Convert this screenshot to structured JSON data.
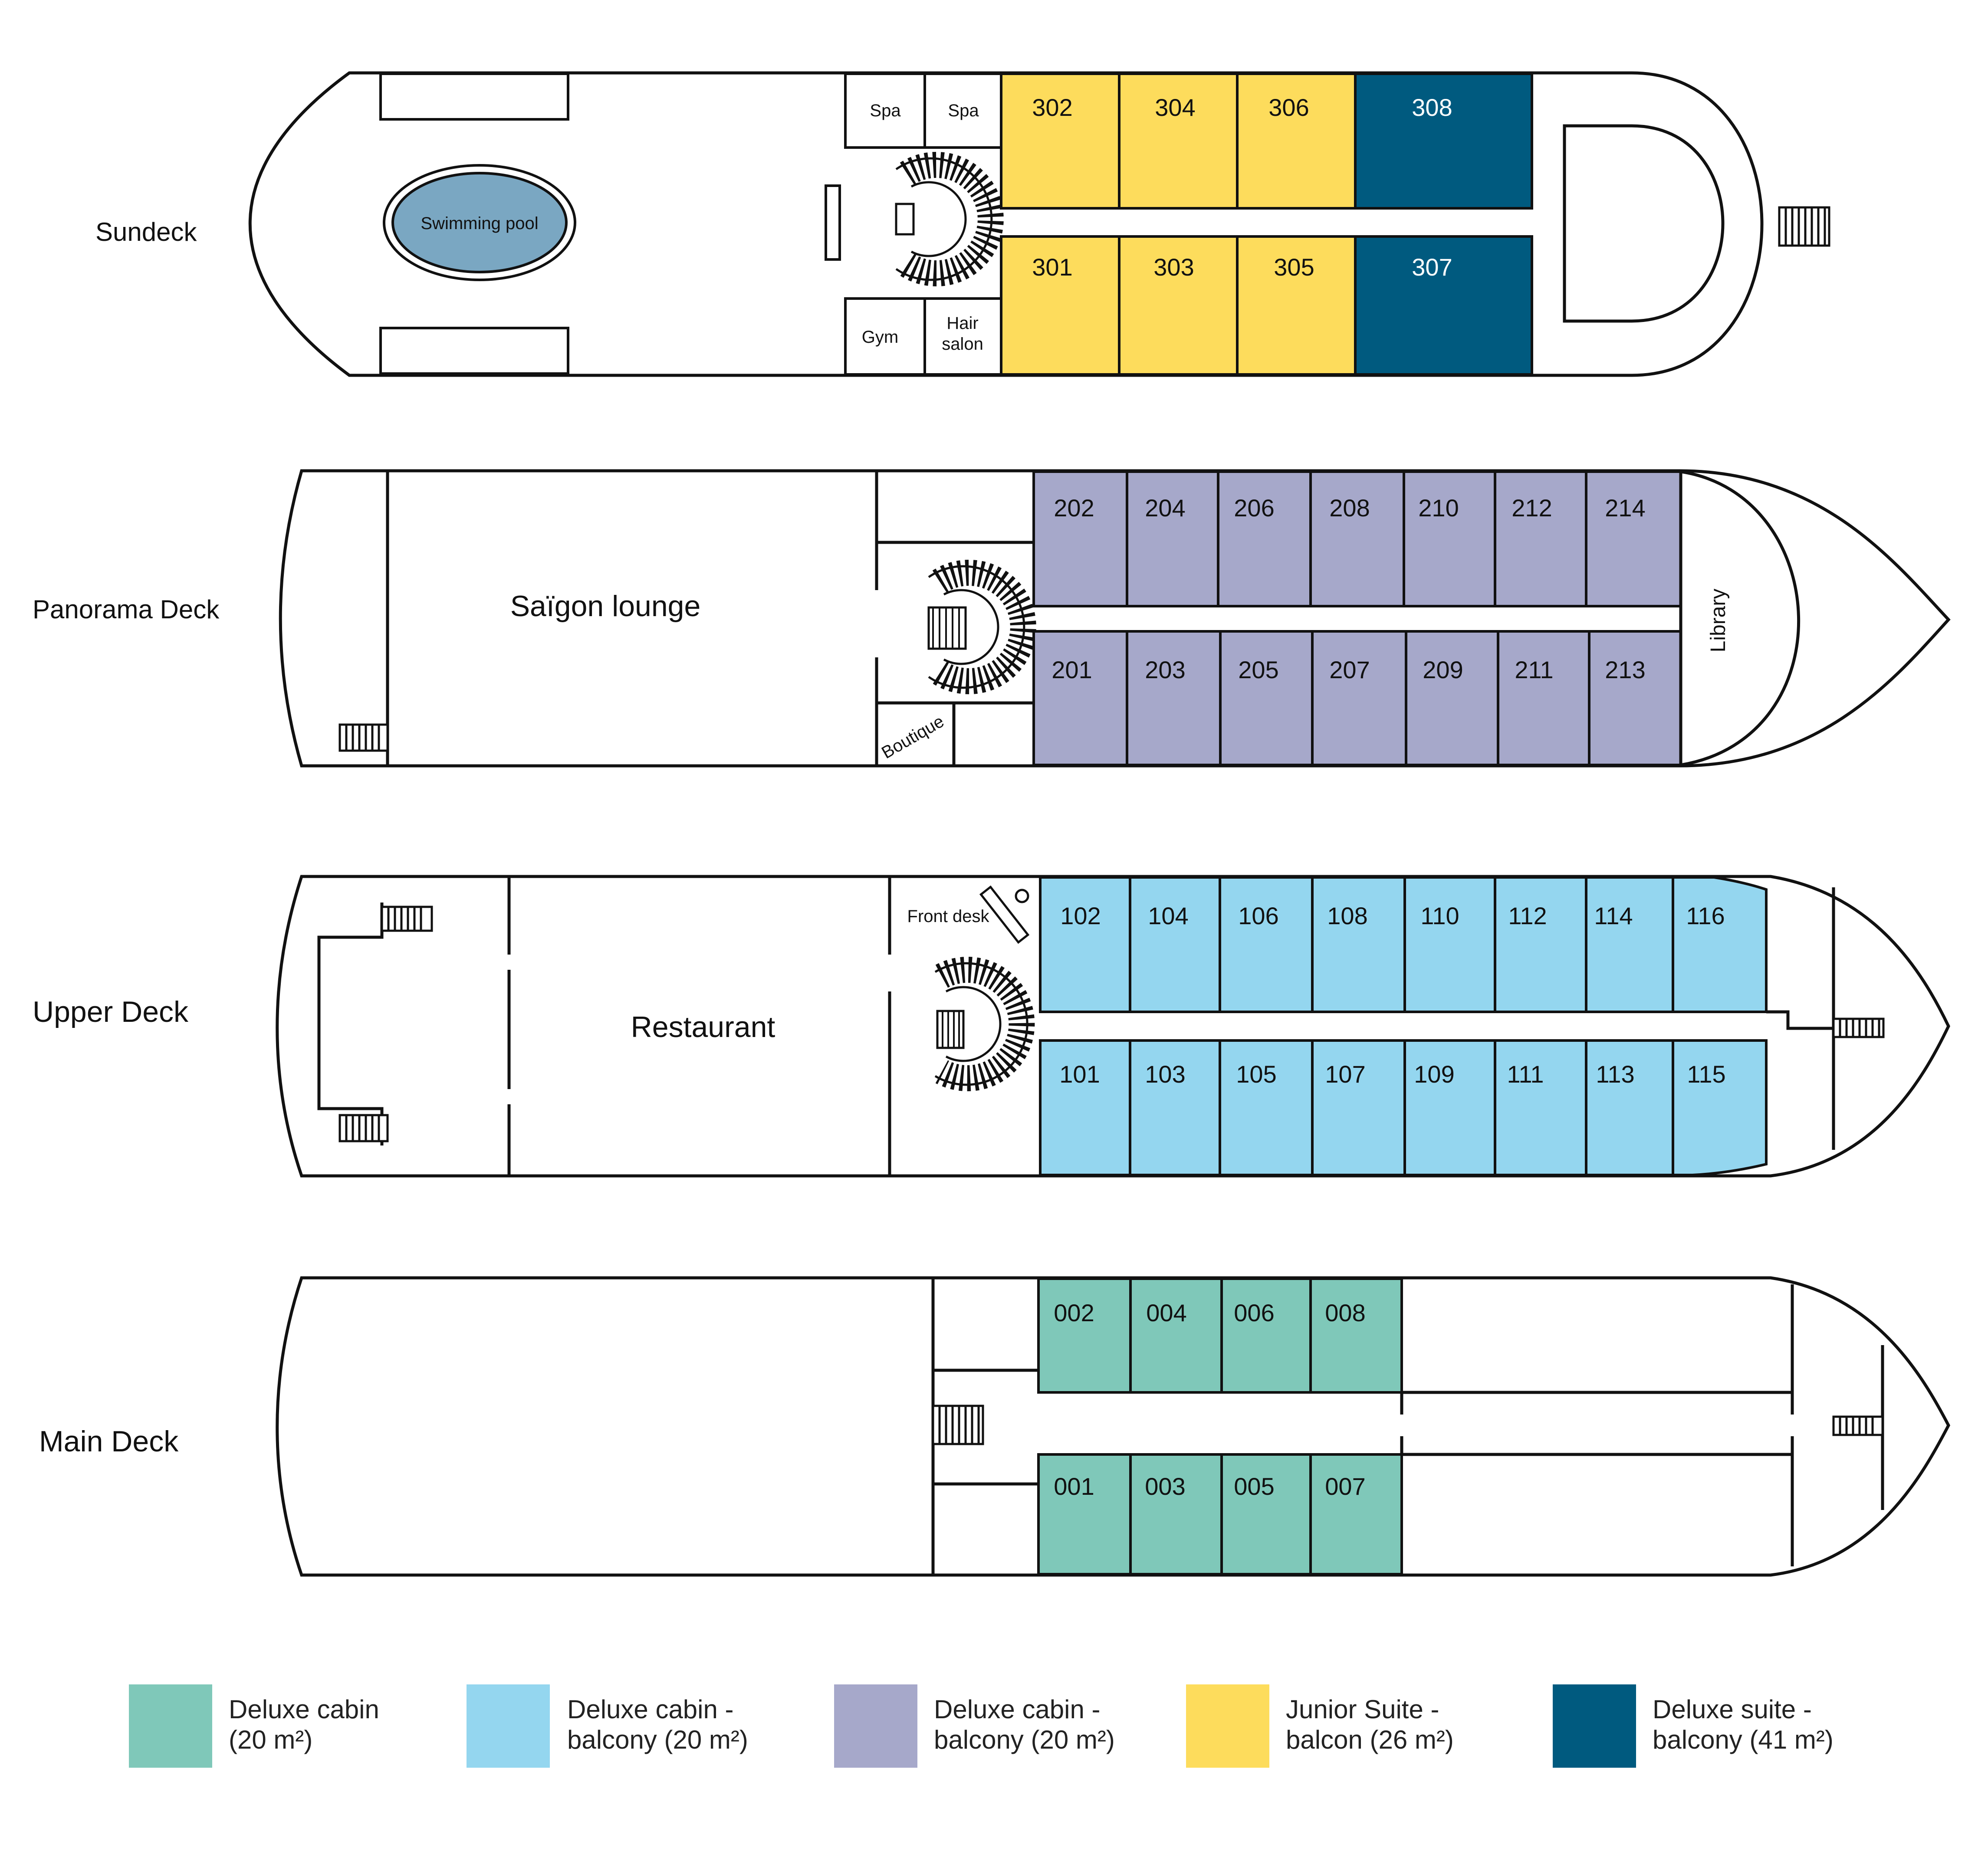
{
  "colors": {
    "deluxe_cabin": "#7fc8b9",
    "deluxe_balcony_blue": "#94d6ef",
    "deluxe_balcony_purple": "#a6a8ca",
    "junior_suite": "#fddc5c",
    "deluxe_suite": "#005a7f",
    "pool": "#7aa7c2"
  },
  "decks": {
    "sundeck": {
      "label": "Sundeck",
      "pool_label": "Swimming pool",
      "spa1": "Spa",
      "spa2": "Spa",
      "gym": "Gym",
      "hair_line1": "Hair",
      "hair_line2": "salon",
      "cabins_top": [
        "302",
        "304",
        "306",
        "308"
      ],
      "cabins_bottom": [
        "301",
        "303",
        "305",
        "307"
      ]
    },
    "panorama": {
      "label": "Panorama Deck",
      "lounge": "Saïgon lounge",
      "boutique": "Boutique",
      "library": "Library",
      "cabins_top": [
        "202",
        "204",
        "206",
        "208",
        "210",
        "212",
        "214"
      ],
      "cabins_bottom": [
        "201",
        "203",
        "205",
        "207",
        "209",
        "211",
        "213"
      ]
    },
    "upper": {
      "label": "Upper Deck",
      "restaurant": "Restaurant",
      "front_desk": "Front desk",
      "cabins_top": [
        "102",
        "104",
        "106",
        "108",
        "110",
        "112",
        "114",
        "116"
      ],
      "cabins_bottom": [
        "101",
        "103",
        "105",
        "107",
        "109",
        "111",
        "113",
        "115"
      ]
    },
    "main": {
      "label": "Main Deck",
      "cabins_top": [
        "002",
        "004",
        "006",
        "008"
      ],
      "cabins_bottom": [
        "001",
        "003",
        "005",
        "007"
      ]
    }
  },
  "legend": [
    {
      "line1": "Deluxe cabin",
      "line2": "(20 m²)",
      "color": "#7fc8b9"
    },
    {
      "line1": "Deluxe cabin -",
      "line2": "balcony (20 m²)",
      "color": "#94d6ef"
    },
    {
      "line1": "Deluxe cabin -",
      "line2": "balcony (20 m²)",
      "color": "#a6a8ca"
    },
    {
      "line1": "Junior Suite -",
      "line2": "balcon (26 m²)",
      "color": "#fddc5c"
    },
    {
      "line1": "Deluxe suite -",
      "line2": "balcony (41 m²)",
      "color": "#005a7f"
    }
  ]
}
